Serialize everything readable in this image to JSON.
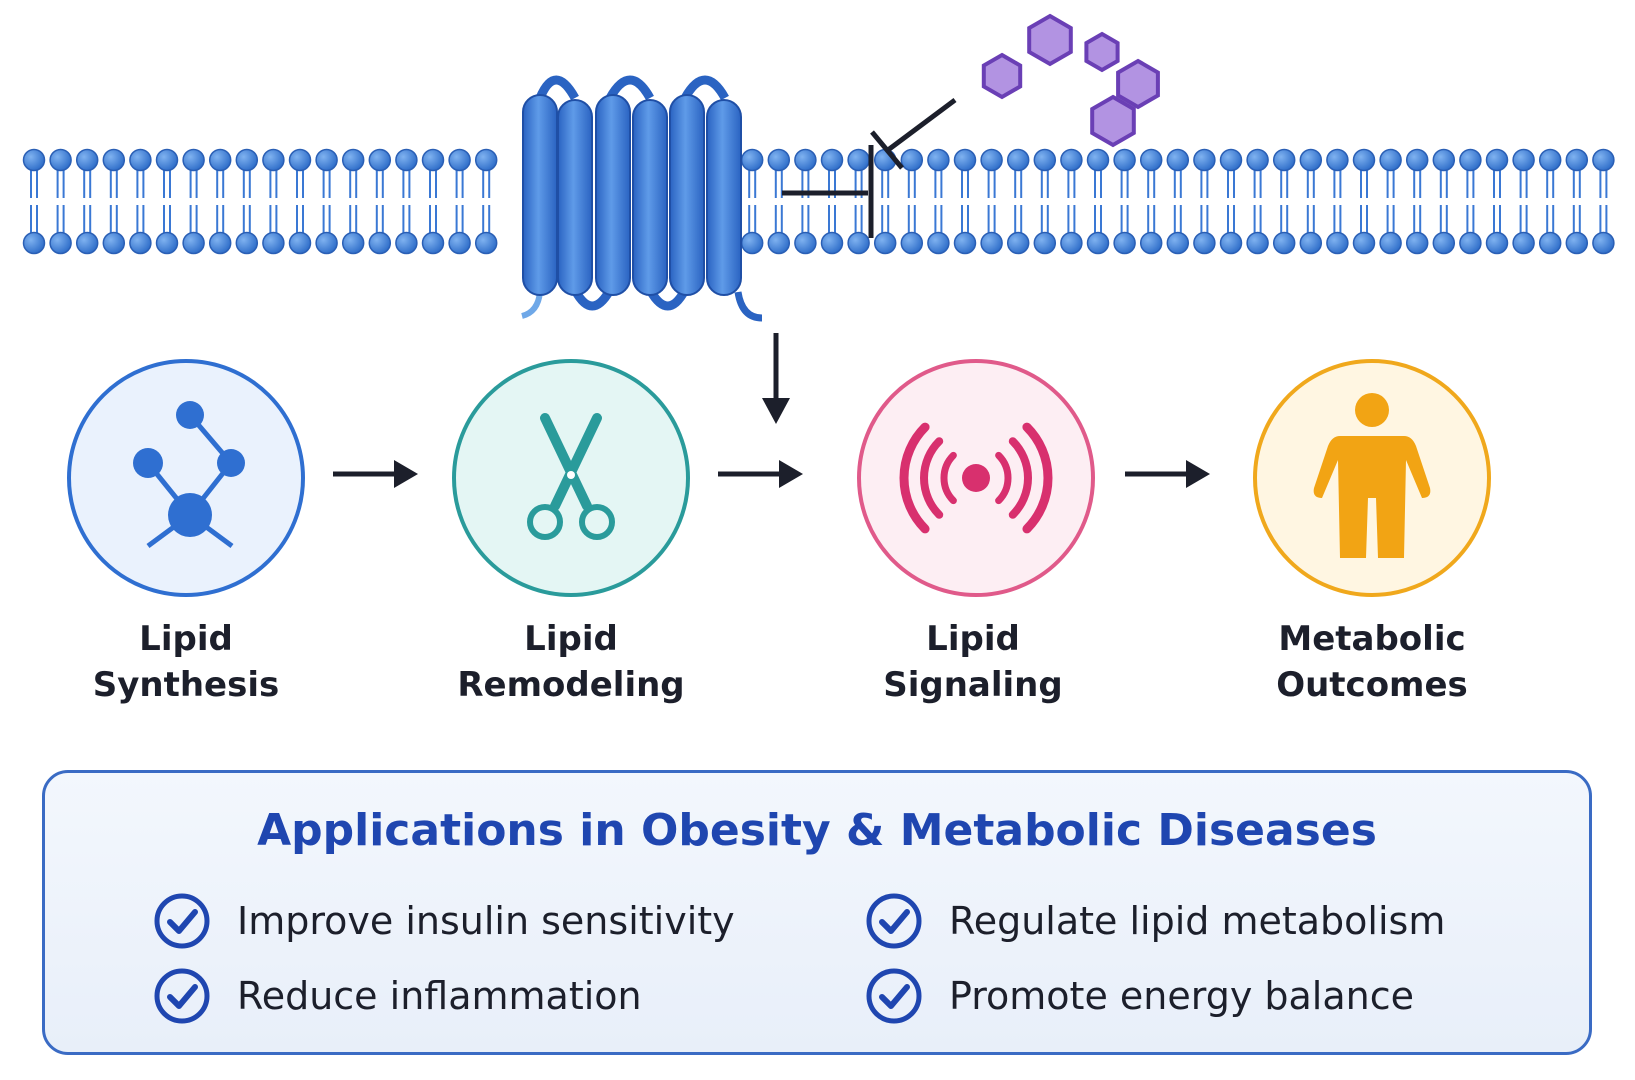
{
  "steps": [
    {
      "line1": "Lipid",
      "line2": "Synthesis",
      "color": "#2f6fd1",
      "icon": "molecule-icon"
    },
    {
      "line1": "Lipid",
      "line2": "Remodeling",
      "color": "#2a9b9b",
      "icon": "scissors-icon"
    },
    {
      "line1": "Lipid",
      "line2": "Signaling",
      "color": "#e05a8a",
      "icon": "signal-icon"
    },
    {
      "line1": "Metabolic",
      "line2": "Outcomes",
      "color": "#f0a81c",
      "icon": "person-icon"
    }
  ],
  "applications": {
    "title": "Applications in Obesity & Metabolic Diseases",
    "items": [
      "Improve insulin sensitivity",
      "Regulate lipid metabolism",
      "Reduce inflammation",
      "Promote energy balance"
    ]
  },
  "colors": {
    "membrane": "#3a78d4",
    "receptor": "#2f6fd1",
    "ligand": "#a680da",
    "arrow": "#1c1f2b",
    "check": "#1f46b0"
  }
}
